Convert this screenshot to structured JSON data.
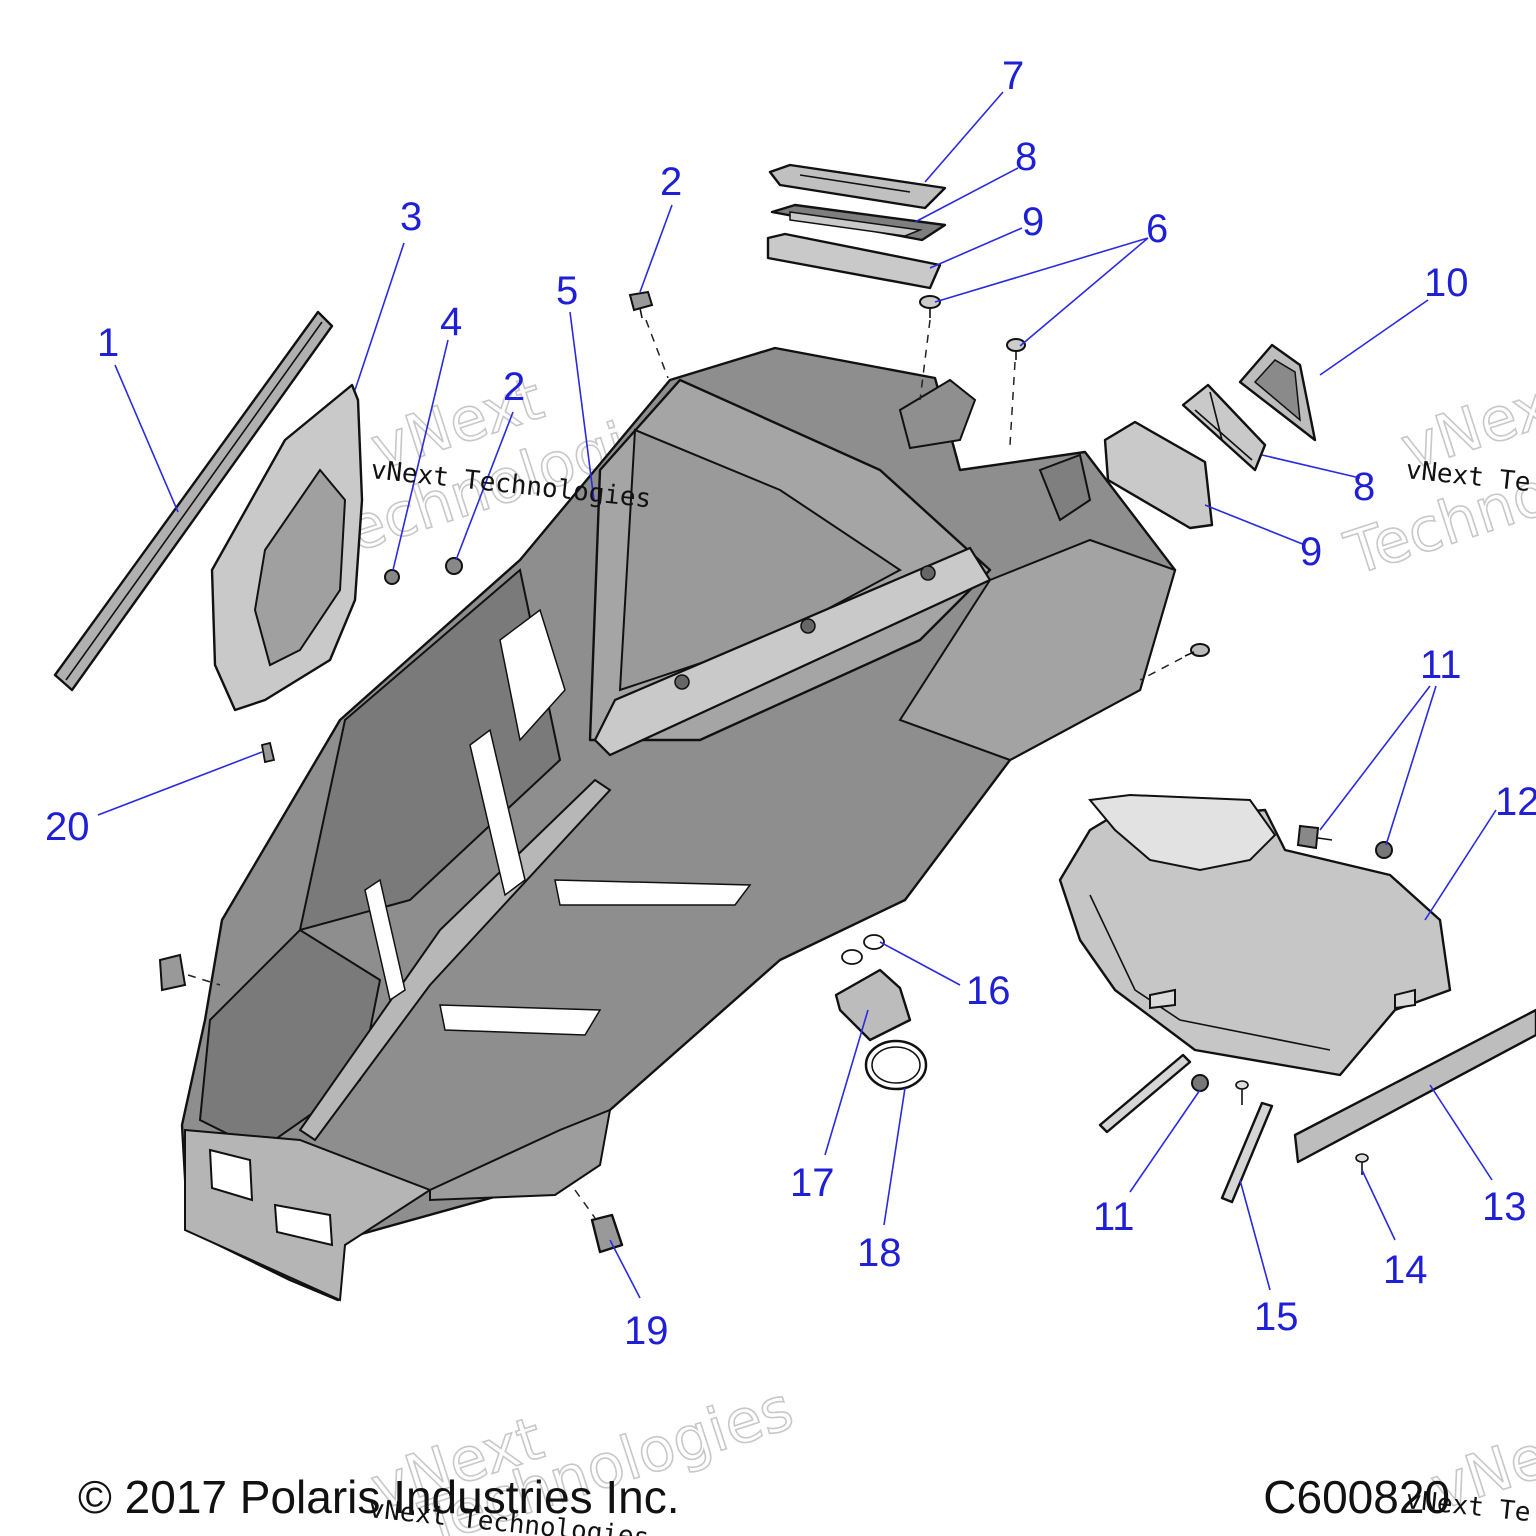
{
  "footer": {
    "copyright": "© 2017 Polaris Industries Inc.",
    "code": "C600820"
  },
  "watermark": {
    "line1": "vNext",
    "line2": "Technologies",
    "mono": "vNext Technologies",
    "mono_short": "vNext Te"
  },
  "callouts": [
    "1",
    "2",
    "3",
    "4",
    "2",
    "5",
    "6",
    "7",
    "8",
    "9",
    "10",
    "8",
    "9",
    "11",
    "12",
    "20",
    "16",
    "17",
    "18",
    "11",
    "15",
    "13",
    "14",
    "19"
  ]
}
